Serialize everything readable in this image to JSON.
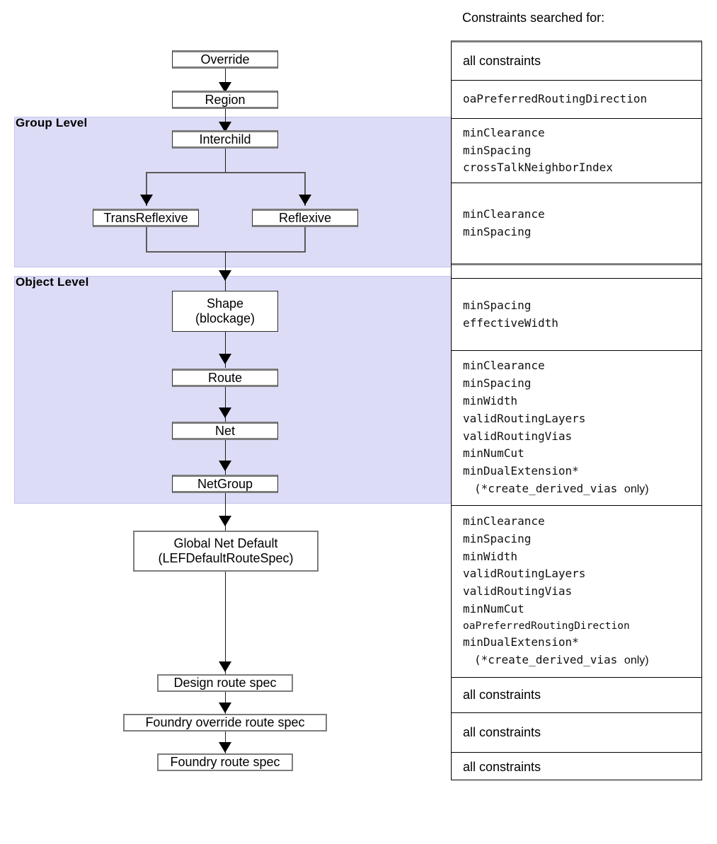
{
  "header": {
    "constraints_title": "Constraints searched for:"
  },
  "bands": [
    {
      "name": "group-level",
      "label": "Group Level"
    },
    {
      "name": "object-level",
      "label": "Object Level"
    }
  ],
  "flow": {
    "nodes": [
      {
        "id": "override",
        "label": "Override"
      },
      {
        "id": "region",
        "label": "Region"
      },
      {
        "id": "interchild",
        "label": "Interchild"
      },
      {
        "id": "transreflexive",
        "label": "TransReflexive"
      },
      {
        "id": "reflexive",
        "label": "Reflexive"
      },
      {
        "id": "shape",
        "label": "Shape\n(blockage)"
      },
      {
        "id": "route",
        "label": "Route"
      },
      {
        "id": "net",
        "label": "Net"
      },
      {
        "id": "netgroup",
        "label": "NetGroup"
      },
      {
        "id": "global-net-default",
        "label": "Global Net Default\n(LEFDefaultRouteSpec)"
      },
      {
        "id": "design-route-spec",
        "label": "Design route spec"
      },
      {
        "id": "foundry-override-route-spec",
        "label": "Foundry override route spec"
      },
      {
        "id": "foundry-route-spec",
        "label": "Foundry route spec"
      }
    ]
  },
  "constraints_table": {
    "rows": [
      {
        "id": "row-all-constraints-override",
        "style": "sans",
        "lines": [
          "all constraints"
        ]
      },
      {
        "id": "row-region",
        "style": "mono",
        "lines": [
          "oaPreferredRoutingDirection"
        ]
      },
      {
        "id": "row-interchild",
        "style": "mono",
        "lines": [
          "minClearance",
          "minSpacing",
          "crossTalkNeighborIndex"
        ]
      },
      {
        "id": "row-reflexive",
        "style": "mono",
        "lines": [
          "minClearance",
          "minSpacing"
        ]
      },
      {
        "id": "row-gap",
        "style": "empty",
        "lines": []
      },
      {
        "id": "row-shape",
        "style": "mono",
        "lines": [
          "minSpacing",
          "effectiveWidth"
        ]
      },
      {
        "id": "row-net",
        "style": "mono",
        "lines": [
          "minClearance",
          "minSpacing",
          "minWidth",
          "validRoutingLayers",
          "validRoutingVias",
          "minNumCut",
          "minDualExtension*"
        ],
        "footnote_prefix": "(*create_derived_vias ",
        "footnote_suffix": "only)"
      },
      {
        "id": "row-global-net-default",
        "style": "mono",
        "lines": [
          "minClearance",
          "minSpacing",
          "minWidth",
          "validRoutingLayers",
          "validRoutingVias",
          "minNumCut"
        ],
        "small_line": "oaPreferredRoutingDirection",
        "lines_after": [
          "minDualExtension*"
        ],
        "footnote_prefix": "(*create_derived_vias ",
        "footnote_suffix": "only)"
      },
      {
        "id": "row-design-route-spec",
        "style": "sans",
        "lines": [
          "all constraints"
        ]
      },
      {
        "id": "row-foundry-override-route-spec",
        "style": "sans",
        "lines": [
          "all constraints"
        ]
      },
      {
        "id": "row-foundry-route-spec",
        "style": "sans",
        "lines": [
          "all constraints"
        ]
      }
    ]
  },
  "colors": {
    "band_fill": "#dcdcf7",
    "band_border": "#c3c3ee",
    "box_border": "#2b2b2b",
    "box_accent": "#7c7c7c",
    "line": "#1a1a1a"
  }
}
